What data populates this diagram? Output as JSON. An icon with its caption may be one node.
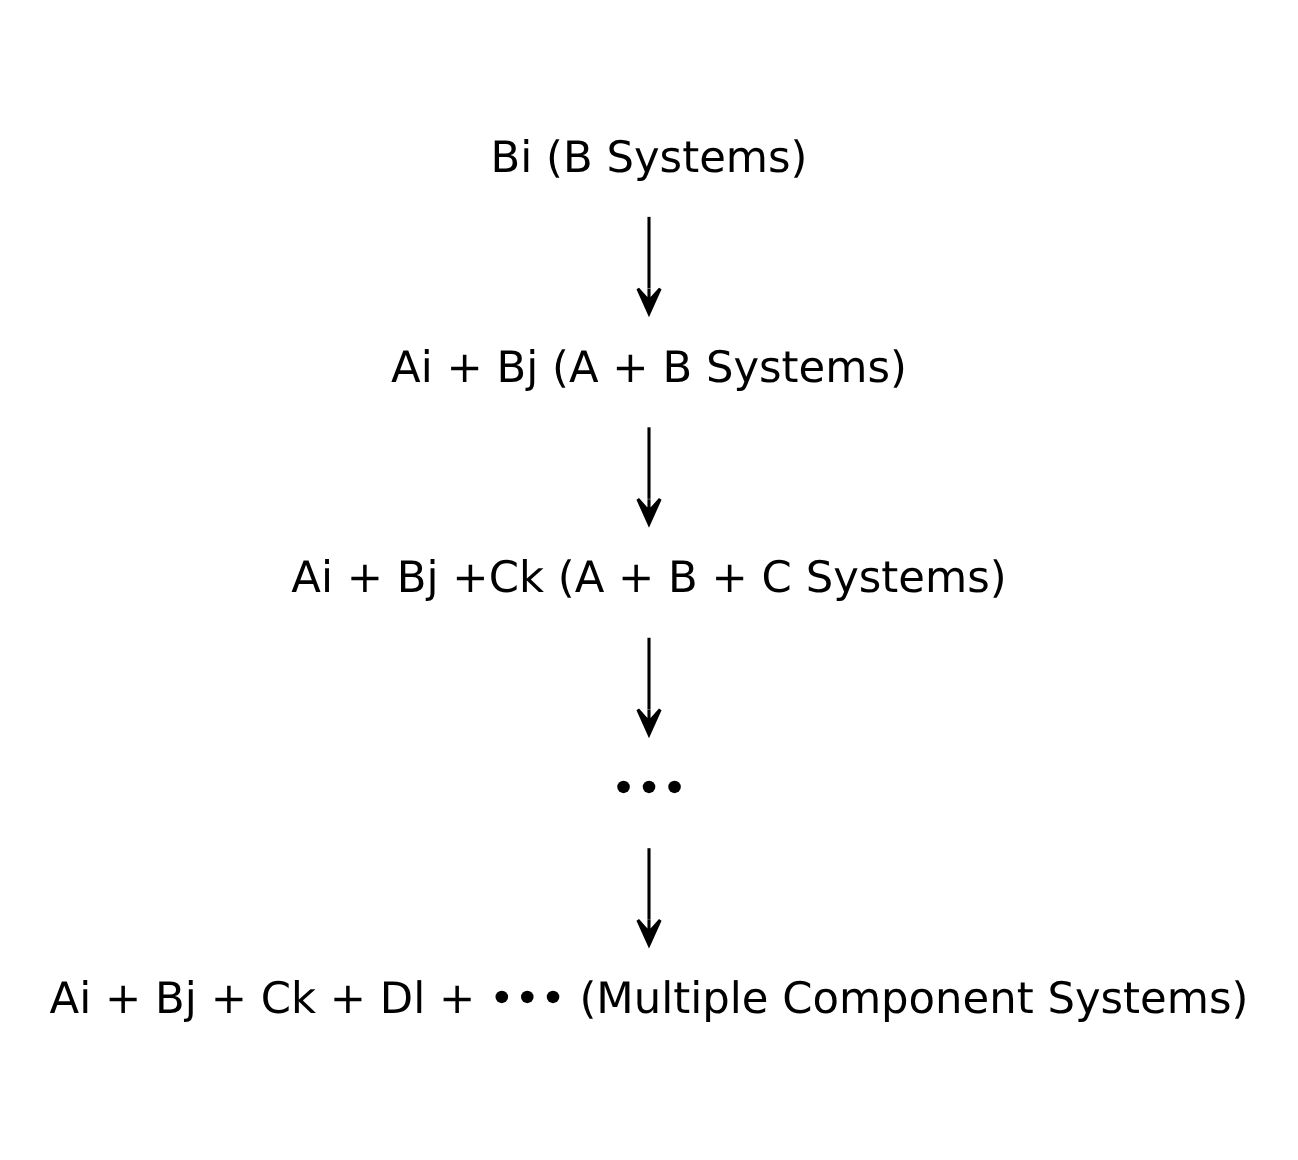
{
  "diagram": {
    "nodes": [
      {
        "text": [
          "Bi (B Systems)"
        ]
      },
      {
        "text": [
          "Ai + Bj (A + B Systems)"
        ]
      },
      {
        "text": [
          "Ai + Bj +Ck (A + B + C Systems)"
        ]
      },
      {
        "text": [
          "•••"
        ]
      },
      {
        "text": [
          "Ai + Bj + Ck + Dl + ••• (Multiple Component Systems)"
        ]
      }
    ],
    "edges": [
      {
        "from": 0,
        "to": 1,
        "arrow": "to"
      },
      {
        "from": 1,
        "to": 2,
        "arrow": "to"
      },
      {
        "from": 2,
        "to": 3,
        "arrow": "to"
      },
      {
        "from": 3,
        "to": 4,
        "arrow": "to"
      }
    ]
  }
}
